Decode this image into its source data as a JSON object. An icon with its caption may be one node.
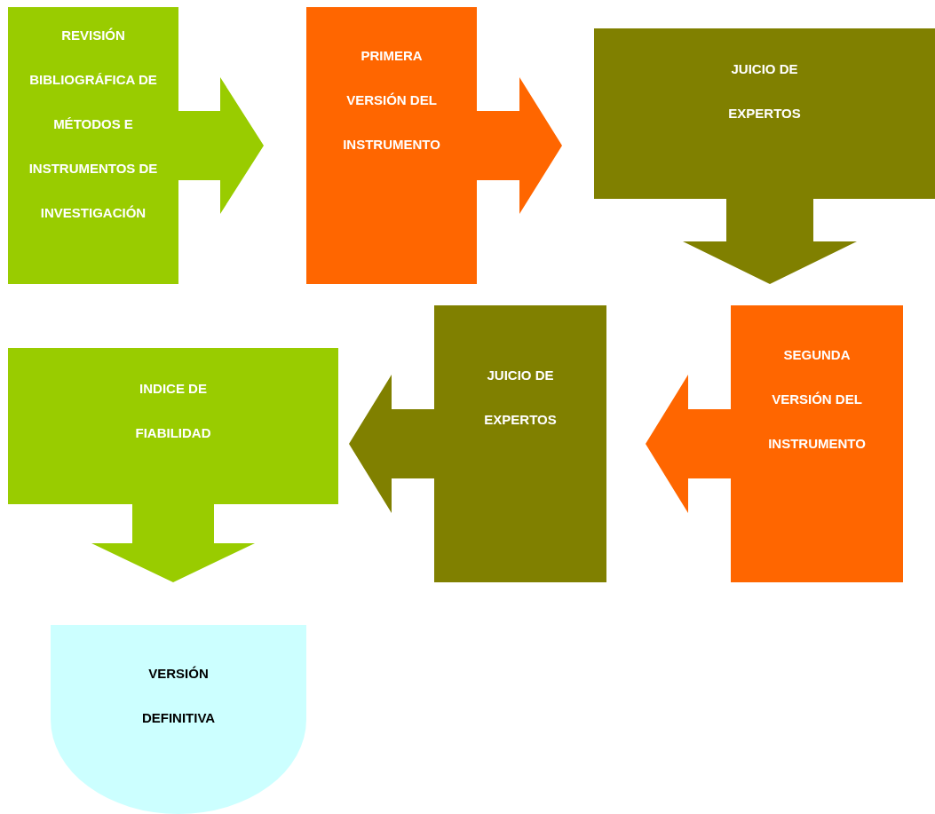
{
  "diagram": {
    "nodes": [
      {
        "text": [
          "REVISIÓN BIBLIOGRÁFICA DE MÉTODOS E INSTRUMENTOS DE INVESTIGACIÓN"
        ]
      },
      {
        "text": [
          "PRIMERA VERSIÓN DEL INSTRUMENTO"
        ]
      },
      {
        "text": [
          "JUICIO DE EXPERTOS"
        ]
      },
      {
        "text": [
          "SEGUNDA VERSIÓN DEL INSTRUMENTO"
        ]
      },
      {
        "text": [
          "JUICIO DE EXPERTOS"
        ]
      },
      {
        "text": [
          "INDICE DE FIABILIDAD"
        ]
      },
      {
        "text": [
          "VERSIÓN DEFINITIVA"
        ]
      }
    ],
    "edges": [
      {
        "from": 0,
        "to": 1,
        "arrow": "to",
        "style": "thick",
        "color": "#99cc00"
      },
      {
        "from": 1,
        "to": 2,
        "arrow": "to",
        "style": "thick",
        "color": "#ff6600"
      },
      {
        "from": 2,
        "to": 3,
        "arrow": "to",
        "style": "thick",
        "color": "#808000"
      },
      {
        "from": 3,
        "to": 4,
        "arrow": "to",
        "style": "thick",
        "color": "#ff6600"
      },
      {
        "from": 4,
        "to": 5,
        "arrow": "to",
        "style": "thick",
        "color": "#808000"
      },
      {
        "from": 5,
        "to": 6,
        "arrow": "to",
        "style": "thick",
        "color": "#99cc00"
      }
    ]
  }
}
